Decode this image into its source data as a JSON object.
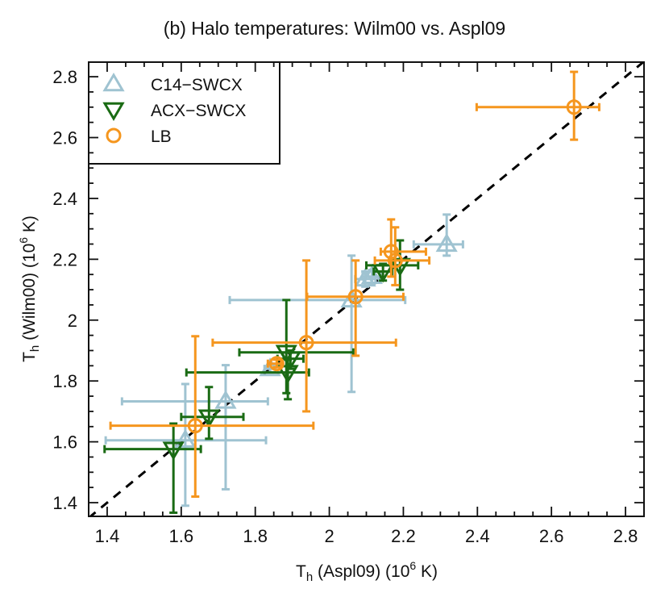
{
  "chart_data": {
    "type": "scatter",
    "title": "(b) Halo temperatures: Wilm00 vs. Aspl09",
    "xlabel": "T_h (Aspl09) (10^6 K)",
    "ylabel": "T_h (Wilm00) (10^6 K)",
    "xlim": [
      1.35,
      2.85
    ],
    "ylim": [
      1.355,
      2.848
    ],
    "xticks": [
      1.4,
      1.6,
      1.8,
      2,
      2.2,
      2.4,
      2.6,
      2.8
    ],
    "yticks": [
      1.4,
      1.6,
      1.8,
      2,
      2.2,
      2.4,
      2.6,
      2.8
    ],
    "xtick_labels": [
      "1.4",
      "1.6",
      "1.8",
      "2",
      "2.2",
      "2.4",
      "2.6",
      "2.8"
    ],
    "ytick_labels": [
      "1.4",
      "1.6",
      "1.8",
      "2",
      "2.2",
      "2.4",
      "2.6",
      "2.8"
    ],
    "grid": false,
    "reference_line": {
      "type": "y=x",
      "style": "dashed",
      "color": "#000000"
    },
    "legend_position": "upper left",
    "series": [
      {
        "name": "C14−SWCX",
        "marker": "triangle-up",
        "color": "#9fc3d1",
        "points": [
          {
            "x": 2.317,
            "y": 2.249,
            "xlo": 2.228,
            "xhi": 2.361,
            "ylo": 2.212,
            "yhi": 2.347
          },
          {
            "x": 2.115,
            "y": 2.143,
            "xlo": 2.09,
            "xhi": 2.14,
            "ylo": 2.12,
            "yhi": 2.165
          },
          {
            "x": 2.097,
            "y": 2.135,
            "xlo": 2.07,
            "xhi": 2.125,
            "ylo": 2.11,
            "yhi": 2.16
          },
          {
            "x": 2.06,
            "y": 2.066,
            "xlo": 1.731,
            "xhi": 2.205,
            "ylo": 1.764,
            "yhi": 2.212
          },
          {
            "x": 1.84,
            "y": 1.84,
            "xlo": 1.825,
            "xhi": 1.855,
            "ylo": 1.828,
            "yhi": 1.853
          },
          {
            "x": 1.72,
            "y": 1.733,
            "xlo": 1.44,
            "xhi": 1.834,
            "ylo": 1.444,
            "yhi": 1.852
          },
          {
            "x": 1.611,
            "y": 1.605,
            "xlo": 1.396,
            "xhi": 1.829,
            "ylo": 1.39,
            "yhi": 1.79
          }
        ]
      },
      {
        "name": "ACX−SWCX",
        "marker": "triangle-down",
        "color": "#1a6b14",
        "points": [
          {
            "x": 2.191,
            "y": 2.18,
            "xlo": 2.1,
            "xhi": 2.24,
            "ylo": 2.1,
            "yhi": 2.262
          },
          {
            "x": 2.145,
            "y": 2.16,
            "xlo": 2.12,
            "xhi": 2.17,
            "ylo": 2.13,
            "yhi": 2.185
          },
          {
            "x": 1.884,
            "y": 1.894,
            "xlo": 1.757,
            "xhi": 2.065,
            "ylo": 1.76,
            "yhi": 2.066
          },
          {
            "x": 1.895,
            "y": 1.873,
            "xlo": 1.86,
            "xhi": 1.93,
            "ylo": 1.84,
            "yhi": 1.9
          },
          {
            "x": 1.888,
            "y": 1.828,
            "xlo": 1.614,
            "xhi": 1.945,
            "ylo": 1.74,
            "yhi": 1.87
          },
          {
            "x": 1.675,
            "y": 1.682,
            "xlo": 1.6,
            "xhi": 1.768,
            "ylo": 1.61,
            "yhi": 1.78
          },
          {
            "x": 1.579,
            "y": 1.576,
            "xlo": 1.393,
            "xhi": 1.653,
            "ylo": 1.367,
            "yhi": 1.66
          }
        ]
      },
      {
        "name": "LB",
        "marker": "circle",
        "color": "#f5961e",
        "points": [
          {
            "x": 2.661,
            "y": 2.7,
            "xlo": 2.398,
            "xhi": 2.729,
            "ylo": 2.593,
            "yhi": 2.816
          },
          {
            "x": 2.167,
            "y": 2.225,
            "xlo": 2.139,
            "xhi": 2.261,
            "ylo": 2.143,
            "yhi": 2.331
          },
          {
            "x": 2.178,
            "y": 2.196,
            "xlo": 2.123,
            "xhi": 2.27,
            "ylo": 2.115,
            "yhi": 2.305
          },
          {
            "x": 2.071,
            "y": 2.077,
            "xlo": 1.94,
            "xhi": 2.2,
            "ylo": 1.883,
            "yhi": 2.196
          },
          {
            "x": 1.938,
            "y": 1.926,
            "xlo": 1.685,
            "xhi": 2.18,
            "ylo": 1.7,
            "yhi": 2.196
          },
          {
            "x": 1.858,
            "y": 1.857,
            "xlo": 1.834,
            "xhi": 1.87,
            "ylo": 1.845,
            "yhi": 1.87
          },
          {
            "x": 1.638,
            "y": 1.653,
            "xlo": 1.409,
            "xhi": 1.957,
            "ylo": 1.42,
            "yhi": 1.947
          }
        ]
      }
    ]
  },
  "legend": {
    "items": [
      {
        "label": "C14−SWCX"
      },
      {
        "label": "ACX−SWCX"
      },
      {
        "label": "LB"
      }
    ]
  },
  "axes": {
    "x_label_main": "T",
    "x_label_sub": "h",
    "x_label_rest": " (Aspl09) (10",
    "x_label_sup": "6",
    "x_label_end": " K)",
    "y_label_main": "T",
    "y_label_sub": "h",
    "y_label_rest": " (Wilm00) (10",
    "y_label_sup": "6",
    "y_label_end": " K)"
  }
}
